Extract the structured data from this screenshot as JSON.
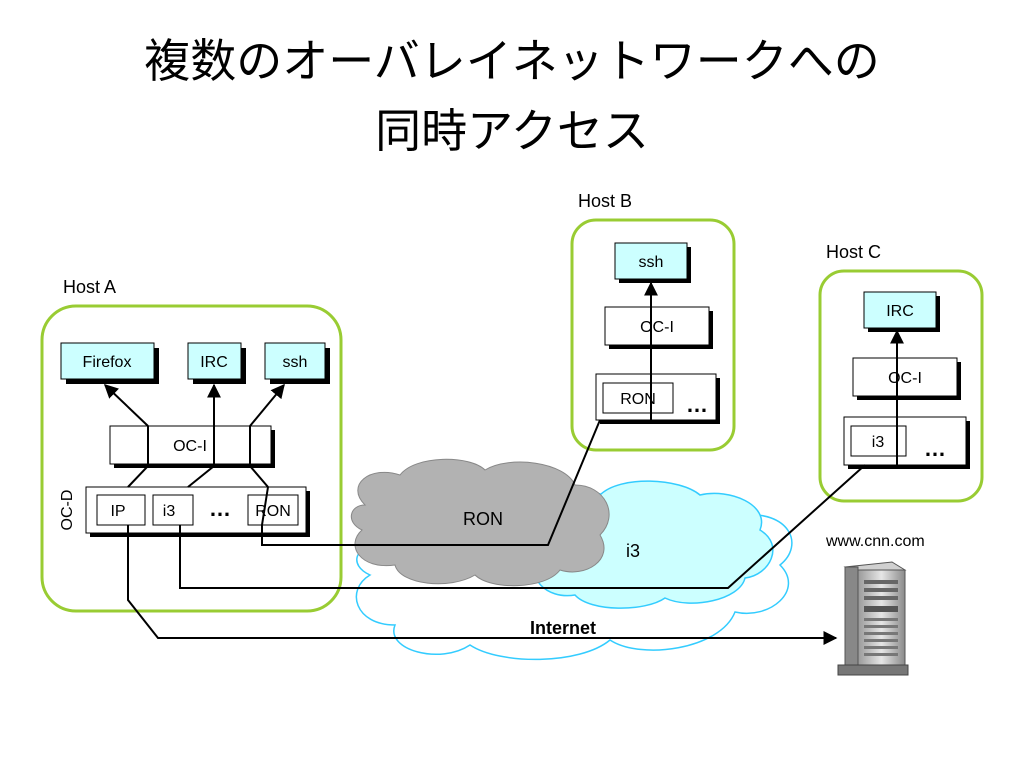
{
  "slide": {
    "title_line1": "複数のオーバレイネットワークへの",
    "title_line2": "同時アクセス"
  },
  "diagram": {
    "host_a": {
      "label": "Host A",
      "apps": [
        "Firefox",
        "IRC",
        "ssh"
      ],
      "oc_i": "OC-I",
      "oc_d": "OC-D",
      "modules": [
        "IP",
        "i3",
        "RON"
      ],
      "ellipsis": "…"
    },
    "host_b": {
      "label": "Host B",
      "app": "ssh",
      "oc_i": "OC-I",
      "module": "RON",
      "ellipsis": "…"
    },
    "host_c": {
      "label": "Host C",
      "app": "IRC",
      "oc_i": "OC-I",
      "module": "i3",
      "ellipsis": "…"
    },
    "clouds": {
      "ron": "RON",
      "i3": "i3",
      "internet": "Internet"
    },
    "server": {
      "label": "www.cnn.com"
    }
  },
  "colors": {
    "host_border": "#99cc33",
    "app_fill": "#ccffff",
    "ron_cloud": "#b2b2b2",
    "i3_cloud": "#ccffff",
    "internet_cloud_stroke": "#33ccff"
  }
}
